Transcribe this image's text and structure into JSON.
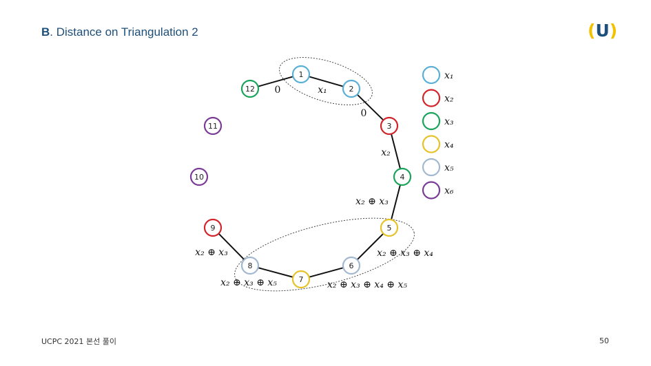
{
  "header": {
    "title_letter": "B",
    "title_rest": ". Distance on Triangulation 2",
    "logo_open": "(",
    "logo_letter": "U",
    "logo_close": ")"
  },
  "footer": {
    "left": "UCPC 2021 본선 풀이",
    "page": "50"
  },
  "colors": {
    "x1": "#5aafd6",
    "x2": "#d2232a",
    "x3": "#1aa35a",
    "x4": "#e6c229",
    "x5": "#a2b8d0",
    "x6": "#7a3b96",
    "title": "#1d4f7a"
  },
  "nodes": [
    {
      "id": "1",
      "color": "x1"
    },
    {
      "id": "2",
      "color": "x1"
    },
    {
      "id": "3",
      "color": "x2"
    },
    {
      "id": "4",
      "color": "x3"
    },
    {
      "id": "5",
      "color": "x4"
    },
    {
      "id": "6",
      "color": "x5"
    },
    {
      "id": "7",
      "color": "x4"
    },
    {
      "id": "8",
      "color": "x5"
    },
    {
      "id": "9",
      "color": "x2"
    },
    {
      "id": "10",
      "color": "x6"
    },
    {
      "id": "11",
      "color": "x6"
    },
    {
      "id": "12",
      "color": "x3"
    }
  ],
  "edges": [
    {
      "from": "12",
      "to": "1"
    },
    {
      "from": "1",
      "to": "2"
    },
    {
      "from": "2",
      "to": "3"
    },
    {
      "from": "3",
      "to": "4"
    },
    {
      "from": "4",
      "to": "5"
    },
    {
      "from": "5",
      "to": "6"
    },
    {
      "from": "6",
      "to": "7"
    },
    {
      "from": "7",
      "to": "8"
    },
    {
      "from": "8",
      "to": "9"
    }
  ],
  "edge_labels": [
    {
      "text": "0",
      "edge": "12-1"
    },
    {
      "text": "x₁",
      "edge": "1-2"
    },
    {
      "text": "0",
      "edge": "2-3"
    },
    {
      "text": "x₂",
      "edge": "3-4"
    },
    {
      "text": "x₂ ⊕ x₃",
      "edge": "4-5"
    },
    {
      "text": "x₂ ⊕ x₃ ⊕ x₄",
      "edge": "5-6"
    },
    {
      "text": "x₂ ⊕ x₃ ⊕ x₄ ⊕ x₅",
      "edge": "6-7"
    },
    {
      "text": "x₂ ⊕ x₃ ⊕ x₅",
      "edge": "7-8"
    },
    {
      "text": "x₂ ⊕ x₃",
      "edge": "8-9"
    }
  ],
  "legend": [
    {
      "color": "x1",
      "label": "x₁"
    },
    {
      "color": "x2",
      "label": "x₂"
    },
    {
      "color": "x3",
      "label": "x₃"
    },
    {
      "color": "x4",
      "label": "x₄"
    },
    {
      "color": "x5",
      "label": "x₅"
    },
    {
      "color": "x6",
      "label": "x₆"
    }
  ]
}
